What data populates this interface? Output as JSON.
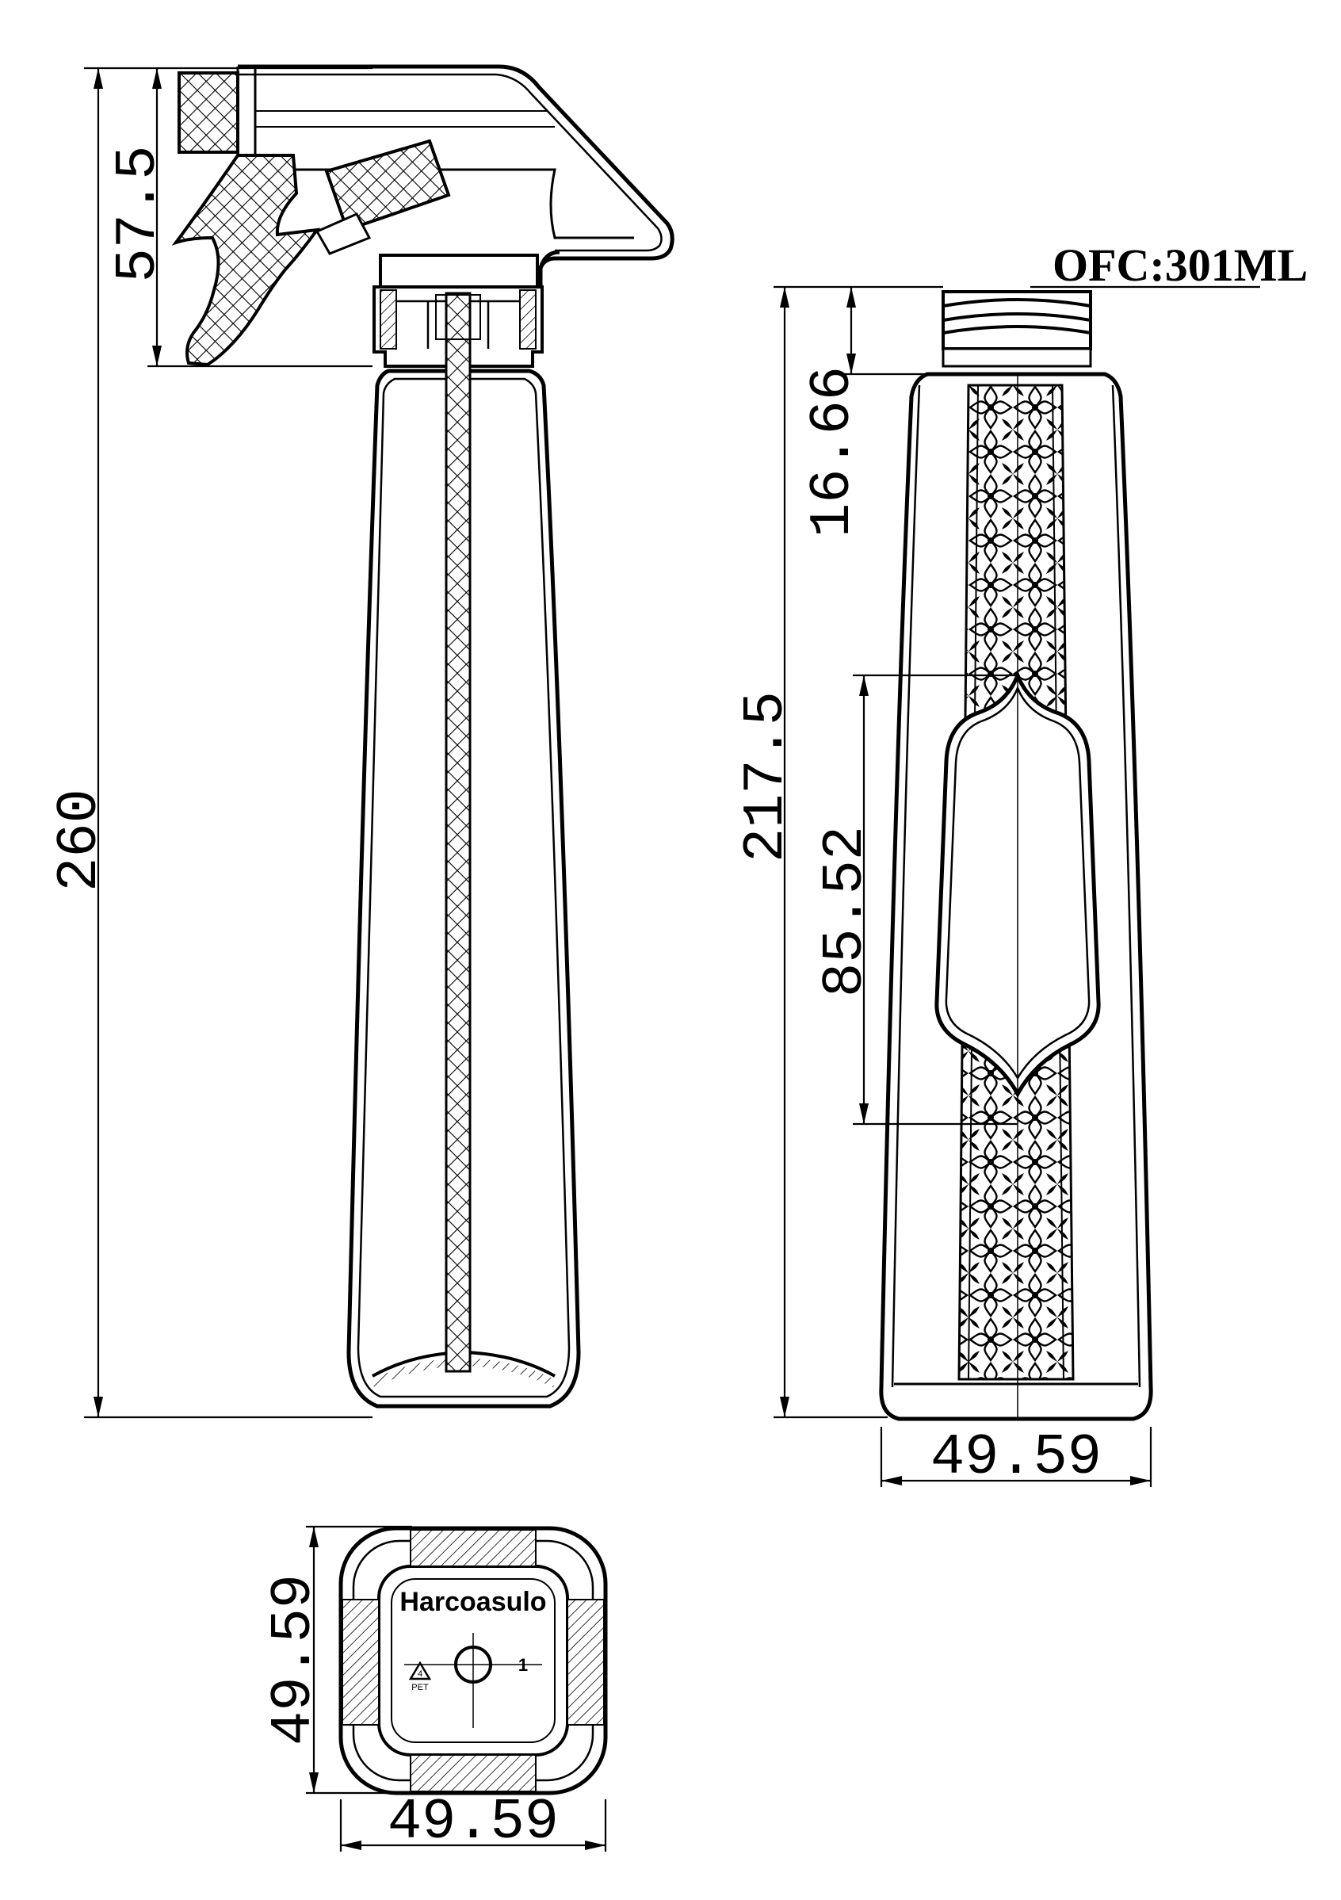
{
  "capacity_label": "OFC:301ML",
  "dimensions": {
    "total_height": "260",
    "trigger_height": "57.5",
    "bottle_height": "217.5",
    "neck_height": "16.66",
    "window_height": "85.52",
    "side_width": "49.59",
    "bottom_width": "49.59",
    "bottom_depth": "49.59"
  },
  "bottom_view": {
    "brand_text": "Harcoasulo",
    "recycle_code": "4",
    "recycle_label": "PET",
    "cavity_number": "1"
  },
  "icons": [
    "recycle-icon",
    "trigger-sprayer-icon",
    "bottle-icon"
  ]
}
